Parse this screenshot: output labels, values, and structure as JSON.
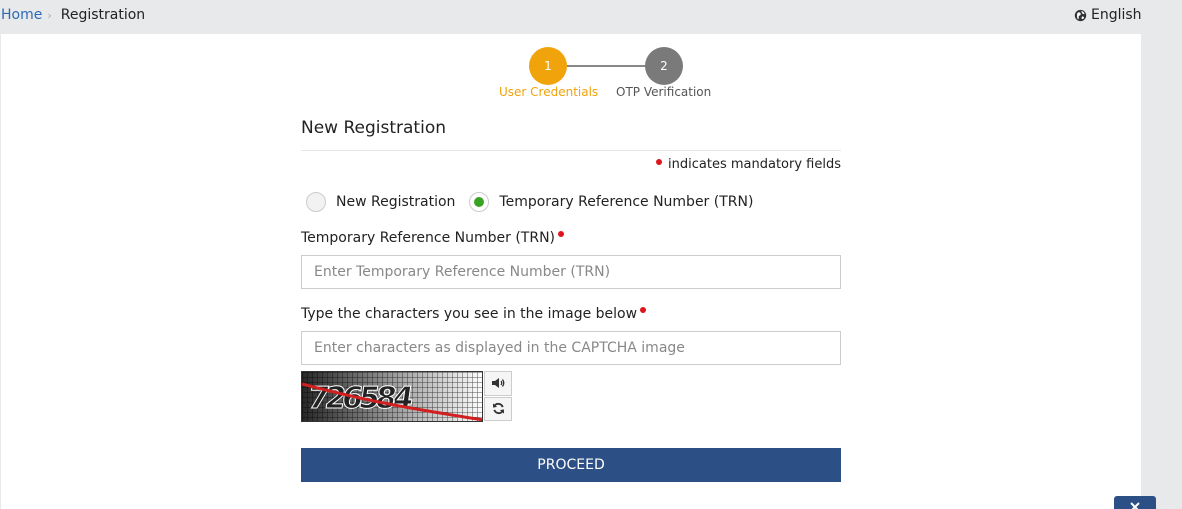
{
  "breadcrumb": {
    "home": "Home",
    "separator": "›",
    "current": "Registration"
  },
  "language": {
    "label": "English",
    "icon": "globe-icon"
  },
  "stepper": {
    "steps": [
      {
        "number": "1",
        "label": "User Credentials",
        "color": "#f0a30a",
        "active": true
      },
      {
        "number": "2",
        "label": "OTP Verification",
        "color": "#7a7a7a",
        "active": false
      }
    ]
  },
  "form": {
    "title": "New Registration",
    "mandatory_note": "indicates mandatory fields",
    "radio_options": [
      {
        "label": "New Registration",
        "checked": false
      },
      {
        "label": "Temporary Reference Number (TRN)",
        "checked": true
      }
    ],
    "trn_label": "Temporary Reference Number (TRN)",
    "trn_placeholder": "Enter Temporary Reference Number (TRN)",
    "captcha_label": "Type the characters you see in the image below",
    "captcha_placeholder": "Enter characters as displayed in the CAPTCHA image",
    "captcha_text": "726584",
    "proceed_label": "PROCEED"
  },
  "colors": {
    "accent": "#f0a30a",
    "primary_button": "#2c4f86",
    "required_dot": "#e0151b",
    "radio_checked": "#3aa324"
  }
}
